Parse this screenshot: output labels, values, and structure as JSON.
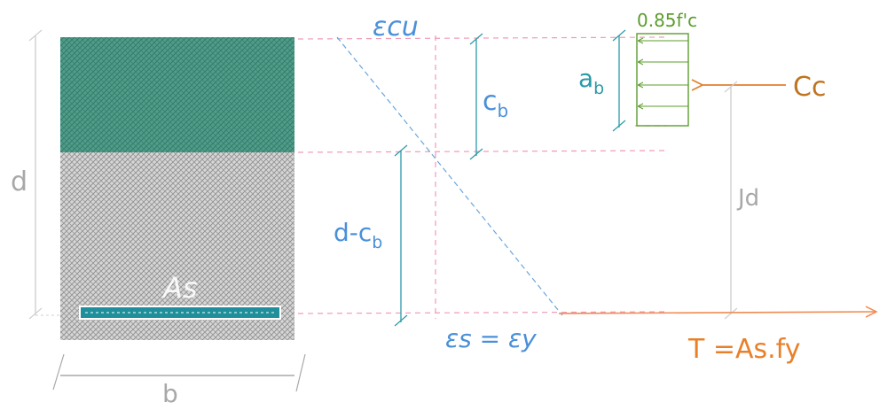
{
  "labels": {
    "epsilon_cu": "εcu",
    "epsilon_s": "εs = εy",
    "d": "d",
    "b": "b",
    "As": "As",
    "c_b_main": "c",
    "c_b_sub": "b",
    "d_minus_cb_main": "d-c",
    "d_minus_cb_sub": "b",
    "a_b_main": "a",
    "a_b_sub": "b",
    "stress": "0.85f'c",
    "Cc": "Cc",
    "T": "T =As.fy",
    "jd": "Jd"
  },
  "colors": {
    "compression_zone": "#3d8f7e",
    "section_hatch": "#9a9a9a",
    "rebar": "#1f8f9c",
    "dashed_lines": "#f29ab6",
    "strain_line": "#6aa6de",
    "stress_block": "#5c9c2e",
    "tension_arrow": "#f08a50",
    "compression_arrow": "#e0812f"
  }
}
